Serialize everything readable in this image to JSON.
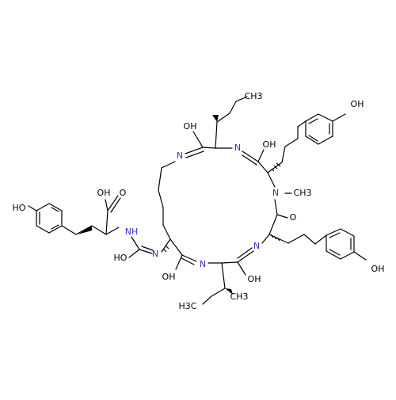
{
  "molecule": {
    "labels": {
      "oh": "OH",
      "ho": "HO",
      "n": "N",
      "nh": "NH",
      "o": "O",
      "ch3": "CH3",
      "h3c": "H3C",
      "methyl": "CH3"
    }
  }
}
